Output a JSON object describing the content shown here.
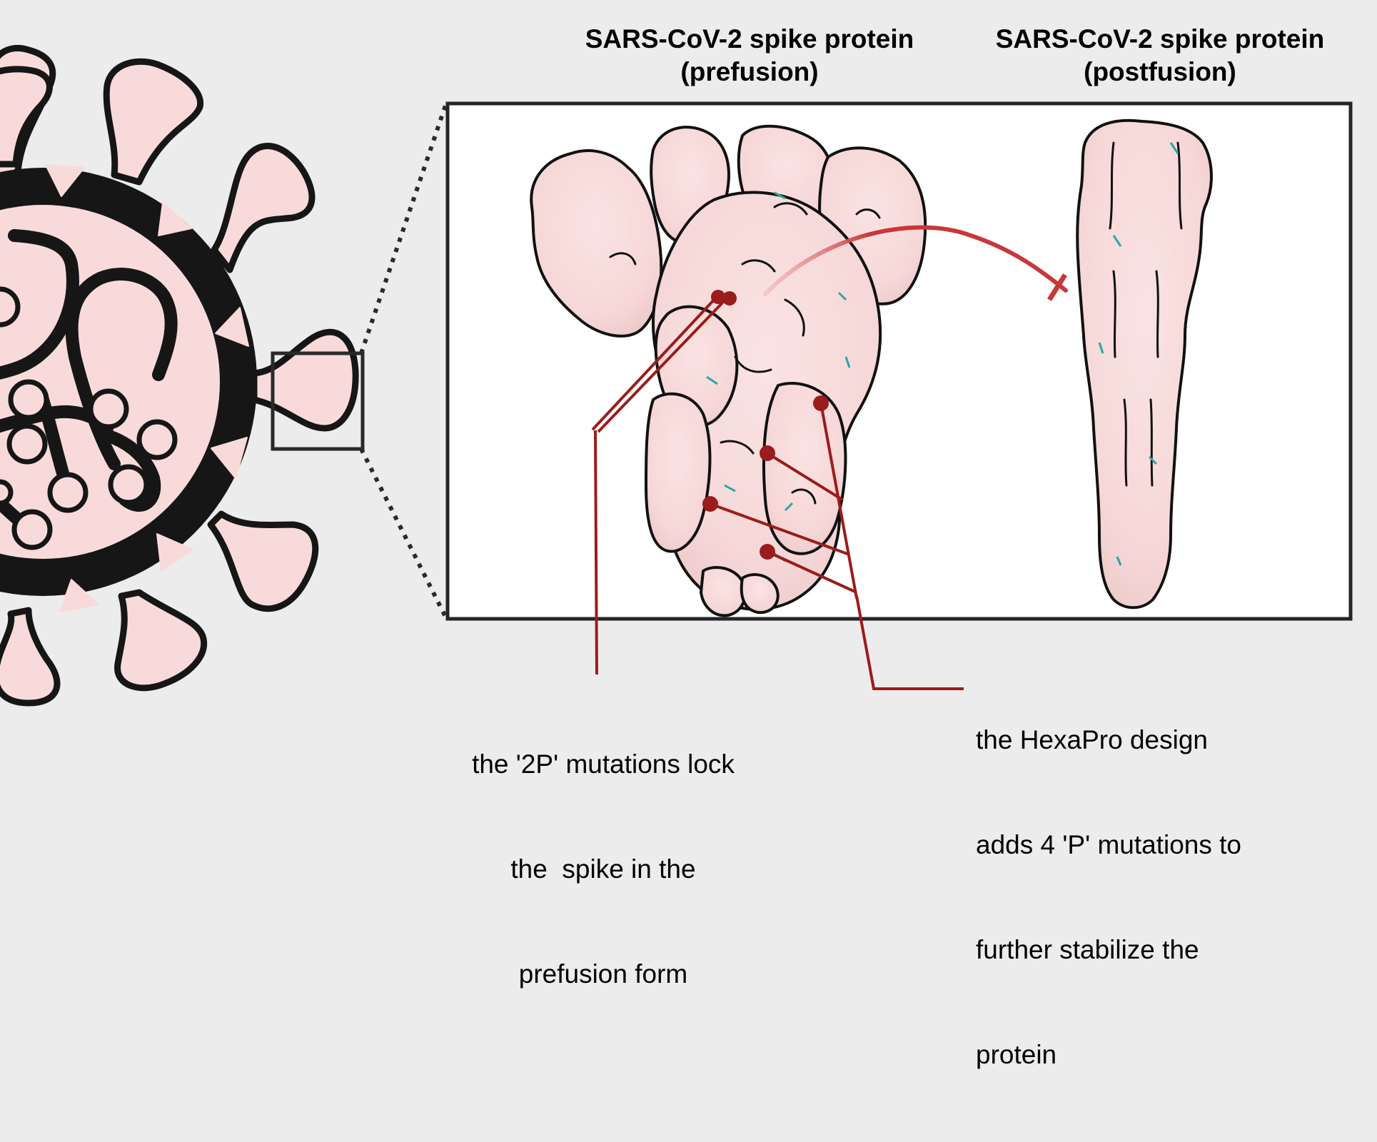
{
  "figure": {
    "background_color": "#ececec",
    "accent_color": "#9b1c1c",
    "inhibit_arrow_color": "#c9373a",
    "protein_fill": "#f7d9d9",
    "virus_fill": "#f9dadb",
    "outline_color": "#161616"
  },
  "titles": {
    "prefusion": {
      "line1": "SARS-CoV-2 spike protein",
      "line2": "(prefusion)"
    },
    "postfusion": {
      "line1": "SARS-CoV-2 spike protein",
      "line2": "(postfusion)"
    }
  },
  "annotations": {
    "two_p": {
      "line1": "the '2P' mutations lock",
      "line2": "the  spike in the",
      "line3": "prefusion form"
    },
    "hexapro": {
      "line1": "the HexaPro design",
      "line2": "adds 4 'P' mutations to",
      "line3": "further stabilize the",
      "line4": "protein"
    }
  },
  "elements": {
    "virus": "coronavirus-particle-icon",
    "zoom_box": "spike-zoom-box",
    "prefusion_structure": "prefusion-spike-structure",
    "postfusion_structure": "postfusion-spike-structure",
    "inhibit_arrow": "inhibition-arrow-icon",
    "two_p_markers": 2,
    "hexapro_markers": 4
  }
}
